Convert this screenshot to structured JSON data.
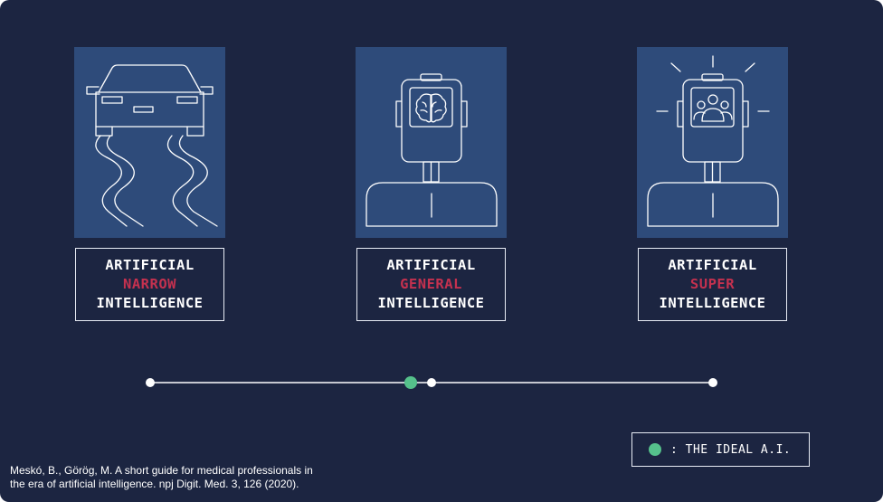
{
  "stages": [
    {
      "line1": "ARTIFICIAL",
      "highlight": "NARROW",
      "line3": "INTELLIGENCE",
      "icon": "car-icon"
    },
    {
      "line1": "ARTIFICIAL",
      "highlight": "GENERAL",
      "line3": "INTELLIGENCE",
      "icon": "robot-brain-icon"
    },
    {
      "line1": "ARTIFICIAL",
      "highlight": "SUPER",
      "line3": "INTELLIGENCE",
      "icon": "robot-people-icon"
    }
  ],
  "legend": {
    "text": ": THE IDEAL A.I."
  },
  "citation": {
    "line1": "Meskó, B., Görög, M. A short guide for medical professionals in",
    "line2": "the era of artificial intelligence. npj Digit. Med. 3, 126 (2020)."
  },
  "colors": {
    "background": "#1c2541",
    "panel": "#2e4b7a",
    "highlight": "#c5314f",
    "ideal_marker": "#55c18b"
  }
}
